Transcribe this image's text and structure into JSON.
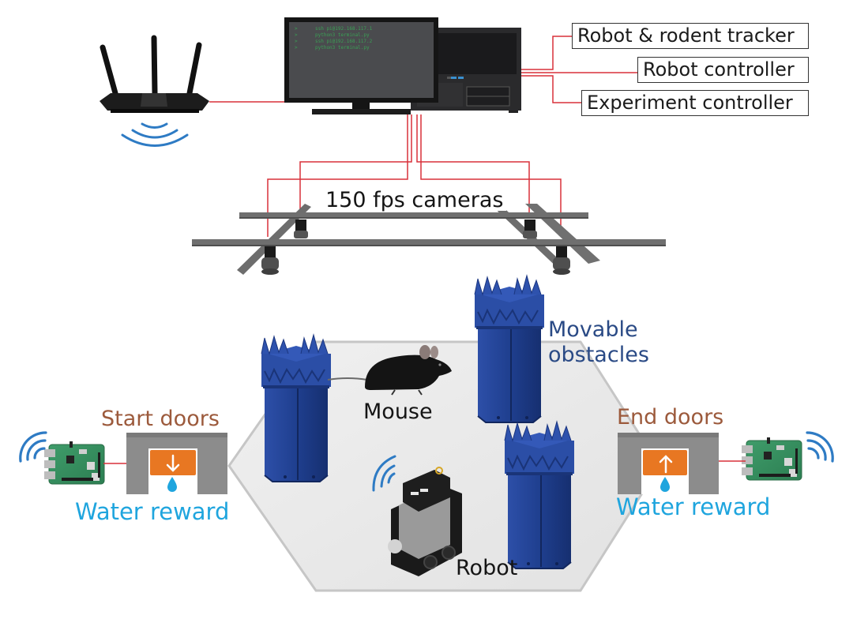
{
  "figure": {
    "computer_labels": [
      "Robot & rodent tracker",
      "Robot controller",
      "Experiment controller"
    ],
    "terminal_lines": [
      "ssh pi@192.168.117.1",
      "python3 terminal.py",
      "ssh pi@192.168.117.2",
      "python3 terminal.py"
    ],
    "cameras_label": "150 fps cameras",
    "obstacles_label_line1": "Movable",
    "obstacles_label_line2": "obstacles",
    "mouse_label": "Mouse",
    "robot_label": "Robot",
    "start_doors_label": "Start doors",
    "end_doors_label": "End doors",
    "water_reward_left": "Water reward",
    "water_reward_right": "Water reward"
  },
  "colors": {
    "wire": "#d9303a",
    "obstacle": "#1f3f8f",
    "obstacle_label": "#2a4a85",
    "door_label": "#9c5a3c",
    "water_label": "#1fa5de",
    "door_orange": "#e87722",
    "wifi": "#2e7bc4",
    "arena_floor": "#ebebeb",
    "arena_edge": "#c8c8c8"
  },
  "icons": {
    "router": "wifi-router-icon",
    "computer": "desktop-computer-icon",
    "camera": "camera-icon",
    "raspberry_pi": "raspberry-pi-board-icon",
    "water_drop": "water-drop-icon",
    "wifi": "wifi-signal-icon",
    "mouse": "mouse-animal-icon",
    "robot": "robot-icon",
    "obstacle": "obstacle-tower-icon"
  }
}
